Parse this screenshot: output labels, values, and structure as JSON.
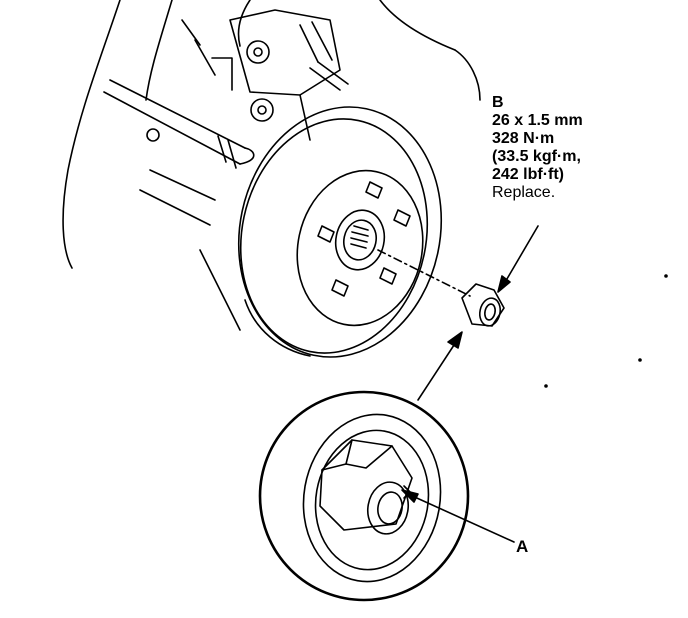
{
  "labels": {
    "b": {
      "letter": "B",
      "size": "26 x 1.5 mm",
      "torque_nm": "328 N·m",
      "torque_kgf": "(33.5 kgf·m,",
      "torque_lbf": "242 lbf·ft)",
      "note": "Replace."
    },
    "a": {
      "letter": "A"
    }
  },
  "colors": {
    "ink": "#000000",
    "paper": "#ffffff"
  }
}
